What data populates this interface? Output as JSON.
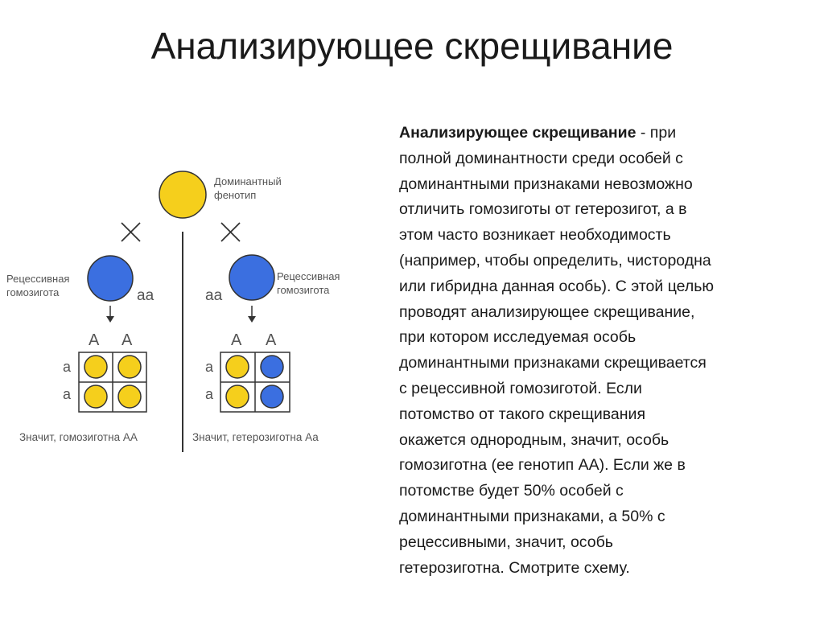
{
  "title": "Анализирующее скрещивание",
  "diagram": {
    "dominant_label_1": "Доминантный",
    "dominant_label_2": "фенотип",
    "left_parent_label_1": "Рецессивная",
    "left_parent_label_2": "гомозигота",
    "right_parent_label_1": "Рецессивная",
    "right_parent_label_2": "гомозигота",
    "left_genotype": "аа",
    "right_genotype": "аа",
    "left_gametes": [
      "А",
      "А"
    ],
    "right_gametes": [
      "А",
      "А"
    ],
    "left_rows": [
      "а",
      "а"
    ],
    "right_rows": [
      "а",
      "а"
    ],
    "left_conclusion": "Значит, гомозиготна АА",
    "right_conclusion": "Значит, гетерозиготна Аа",
    "colors": {
      "dominant": "#f5cf1c",
      "recessive": "#3b6fe0"
    }
  },
  "text": {
    "term": "Анализирующее скрещивание",
    "lines": [
      " - при",
      "полной доминантности среди особей с",
      "доминантными признаками невозможно",
      "отличить гомозиготы от гетерозигот, а в",
      "этом часто возникает необходимость",
      "(например, чтобы определить, чистородна",
      "или гибридна данная особь). С этой целью",
      "проводят анализирующее скрещивание,",
      "при котором исследуемая особь",
      "доминантными признаками скрещивается",
      "с рецессивной гомозиготой. Если",
      "потомство от такого скрещивания",
      "окажется однородным, значит, особь",
      "гомозиготна (ее генотип АА). Если же в",
      "потомстве будет 50% особей с",
      "доминантными признаками, а 50% с",
      "рецессивными, значит, особь",
      "гетерозиготна. Смотрите схему."
    ]
  }
}
